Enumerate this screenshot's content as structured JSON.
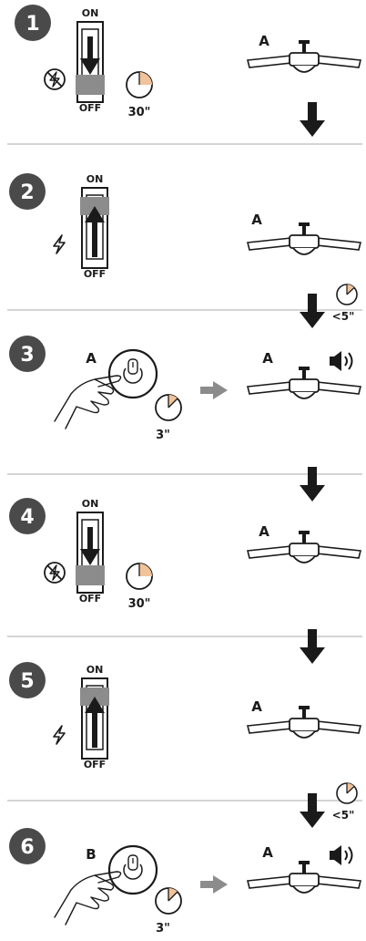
{
  "colors": {
    "ink": "#1a1a1a",
    "badge": "#4a4a4a",
    "switch_gray": "#8c8c8c",
    "divider": "#d4d4d4",
    "timer_fill": "#f1c39a",
    "arrow_gray": "#8c8c8c"
  },
  "steps": [
    {
      "number": "1",
      "switch_state": "off",
      "power_icon": "power-off-icon",
      "timer_label": "30\"",
      "fan_label": "A"
    },
    {
      "number": "2",
      "switch_state": "on",
      "power_icon": "power-on-icon",
      "fan_label": "A",
      "next_timer_label": "<5\""
    },
    {
      "number": "3",
      "remote_label": "A",
      "timer_label": "3\"",
      "fan_label": "A",
      "sound": true
    },
    {
      "number": "4",
      "switch_state": "off",
      "power_icon": "power-off-icon",
      "timer_label": "30\"",
      "fan_label": "A"
    },
    {
      "number": "5",
      "switch_state": "on",
      "power_icon": "power-on-icon",
      "fan_label": "A",
      "next_timer_label": "<5\""
    },
    {
      "number": "6",
      "remote_label": "B",
      "timer_label": "3\"",
      "fan_label": "A",
      "sound": true
    }
  ],
  "switch": {
    "on_label": "ON",
    "off_label": "OFF"
  },
  "icons": [
    "switch-icon",
    "timer-icon",
    "fan-icon",
    "hand-icon",
    "remote-button-icon",
    "power-icon",
    "sound-icon",
    "down-arrow-icon",
    "right-arrow-icon"
  ]
}
